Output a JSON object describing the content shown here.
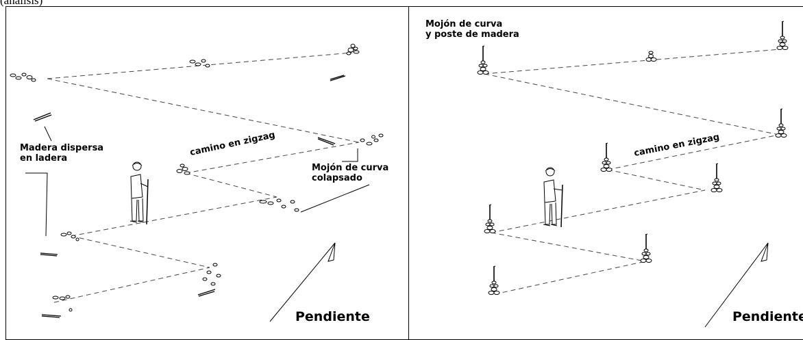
{
  "top_fragment": "(análisis)",
  "left_panel": {
    "label_wood": [
      "Madera dispersa",
      "en ladera"
    ],
    "label_path": "camino en zigzag",
    "label_cairn": [
      "Mojón de curva",
      "colapsado"
    ],
    "label_slope": "Pendiente"
  },
  "right_panel": {
    "label_post": [
      "Mojón de curva",
      "y poste de madera"
    ],
    "label_path": "camino en zigzag",
    "label_slope": "Pendiente"
  }
}
